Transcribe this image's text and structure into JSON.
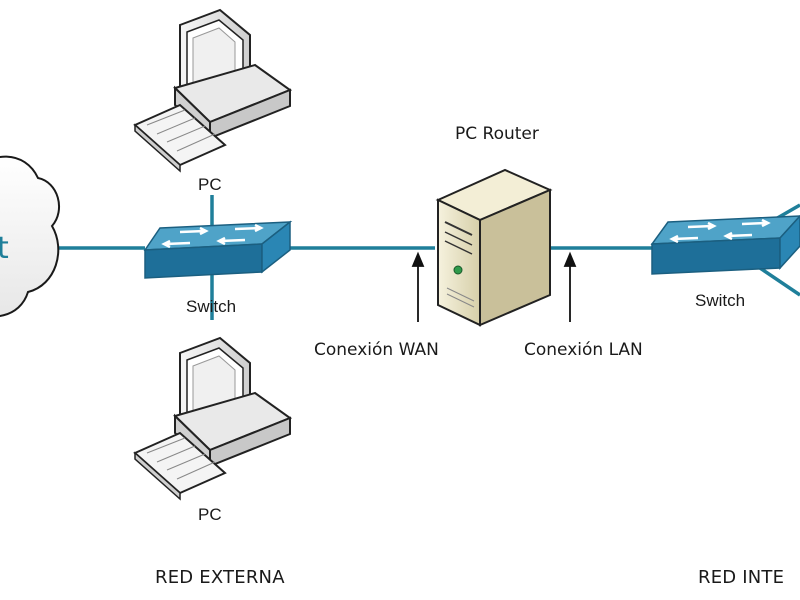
{
  "labels": {
    "cloud_text": "t",
    "pc_top": "PC",
    "pc_bottom": "PC",
    "switch_left": "Switch",
    "switch_right": "Switch",
    "router": "PC Router",
    "conexion_wan": "Conexión WAN",
    "conexion_lan": "Conexión LAN",
    "red_externa": "RED EXTERNA",
    "red_interna": "RED INTE"
  },
  "colors": {
    "link": "#1f7f9a",
    "switch_top": "#4fa3c8",
    "switch_side": "#2a86b4",
    "switch_front": "#1e6f99",
    "router_case": "#ece6c8",
    "pc_case": "#e6e6e6"
  },
  "icons": [
    "cloud-icon",
    "pc-icon",
    "switch-icon",
    "server-icon",
    "arrow-up-icon"
  ]
}
